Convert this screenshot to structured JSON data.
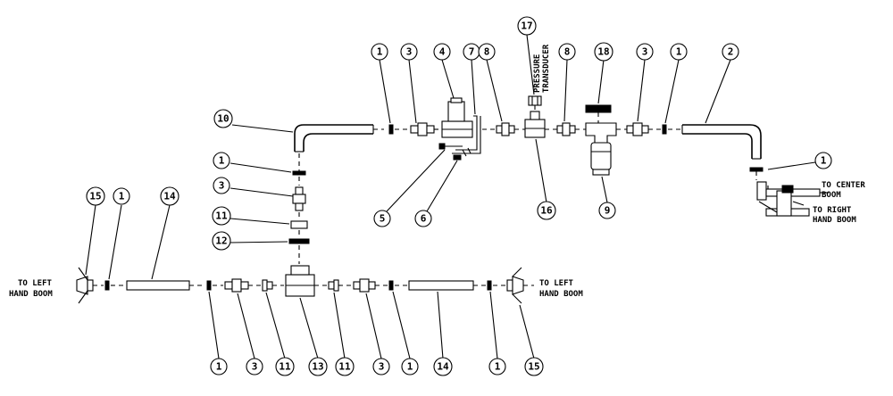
{
  "callouts": {
    "c1a": "1",
    "c3a": "3",
    "c4": "4",
    "c7": "7",
    "c8a": "8",
    "c17": "17",
    "c8b": "8",
    "c18": "18",
    "c3b": "3",
    "c1b": "1",
    "c2": "2",
    "c10": "10",
    "c1c": "1",
    "c3c": "3",
    "c11a": "11",
    "c12": "12",
    "c5": "5",
    "c6": "6",
    "c16": "16",
    "c9": "9",
    "c1d": "1",
    "c15a": "15",
    "c1e": "1",
    "c14a": "14",
    "b1a": "1",
    "b3a": "3",
    "b11a": "11",
    "b13": "13",
    "b11b": "11",
    "b3b": "3",
    "b1b": "1",
    "b14": "14",
    "b1c": "1",
    "b15": "15"
  },
  "labels": {
    "pressure_line1": "PRESSURE",
    "pressure_line2": "TRANSDUCER",
    "left_hand_boom_1_line1": "TO LEFT",
    "left_hand_boom_1_line2": "HAND BOOM",
    "left_hand_boom_2_line1": "TO LEFT",
    "left_hand_boom_2_line2": "HAND BOOM",
    "center_boom_line1": "TO CENTER",
    "center_boom_line2": "BOOM",
    "right_hand_boom_line1": "TO RIGHT",
    "right_hand_boom_line2": "HAND BOOM"
  }
}
